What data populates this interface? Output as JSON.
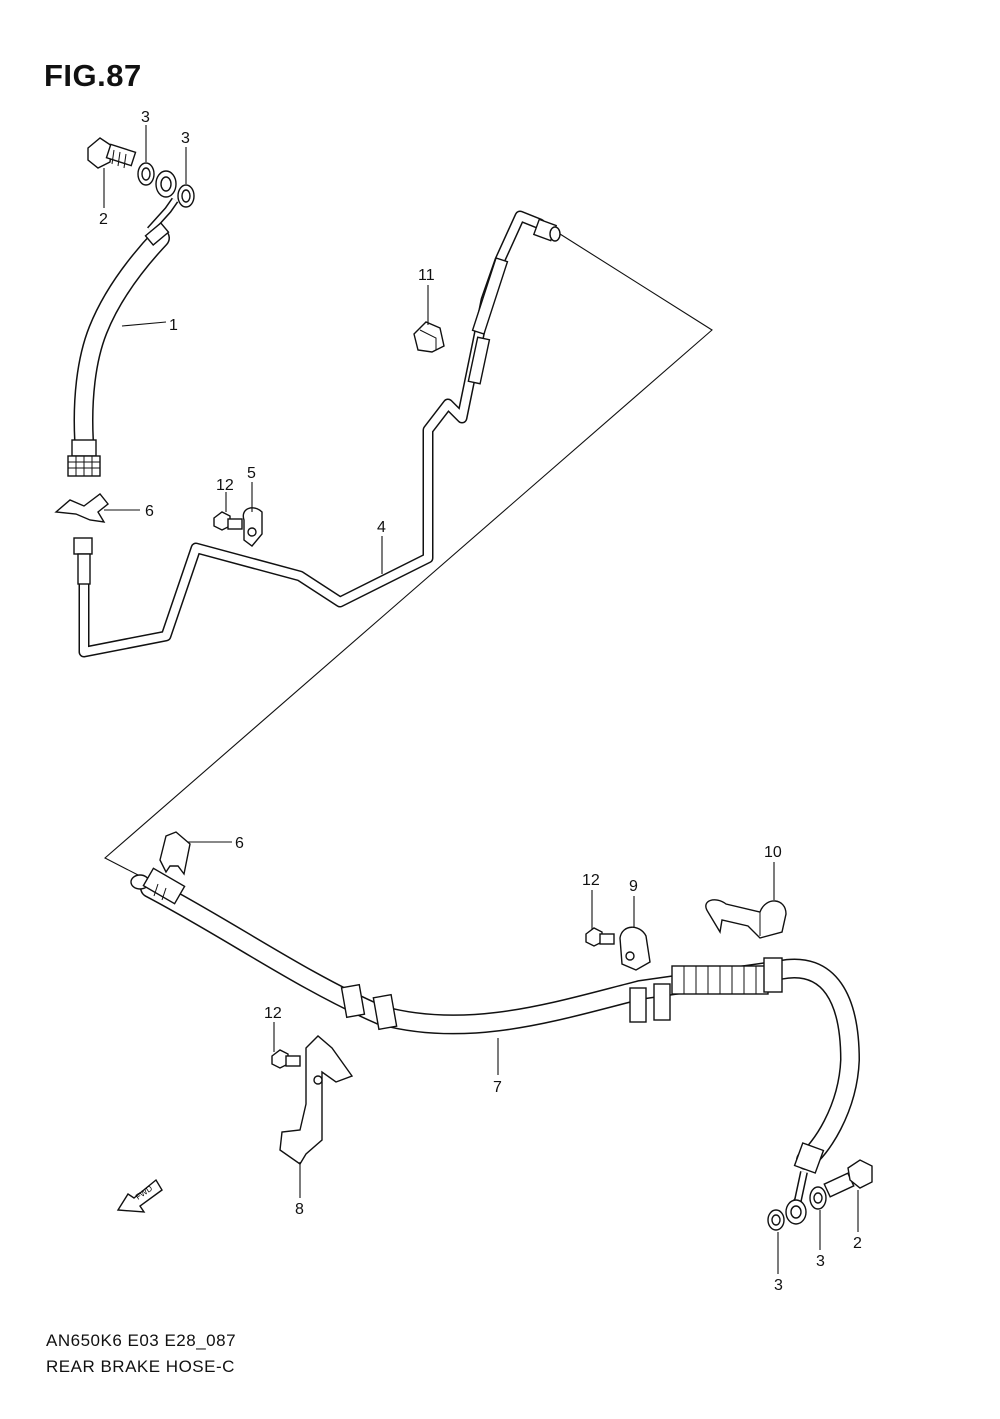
{
  "figure": {
    "title": "FIG.87",
    "code": "AN650K6 E03 E28_087",
    "name": "REAR BRAKE HOSE-C"
  },
  "fwd_arrow_label": "FWD",
  "callouts": [
    {
      "id": "c3a",
      "label": "3"
    },
    {
      "id": "c3b",
      "label": "3"
    },
    {
      "id": "c2a",
      "label": "2"
    },
    {
      "id": "c1",
      "label": "1"
    },
    {
      "id": "c11",
      "label": "11"
    },
    {
      "id": "c12a",
      "label": "12"
    },
    {
      "id": "c5",
      "label": "5"
    },
    {
      "id": "c6a",
      "label": "6"
    },
    {
      "id": "c4",
      "label": "4"
    },
    {
      "id": "c6b",
      "label": "6"
    },
    {
      "id": "c10",
      "label": "10"
    },
    {
      "id": "c12b",
      "label": "12"
    },
    {
      "id": "c9",
      "label": "9"
    },
    {
      "id": "c12c",
      "label": "12"
    },
    {
      "id": "c7",
      "label": "7"
    },
    {
      "id": "c8",
      "label": "8"
    },
    {
      "id": "c2b",
      "label": "2"
    },
    {
      "id": "c3c",
      "label": "3"
    },
    {
      "id": "c3d",
      "label": "3"
    }
  ]
}
